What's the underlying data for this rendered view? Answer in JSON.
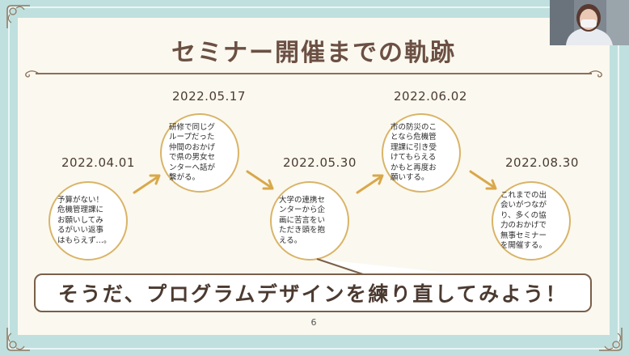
{
  "slide": {
    "title": "セミナー開催までの軌跡",
    "page_number": "6",
    "milestones": [
      {
        "date": "2022.04.01",
        "text": "予算がない！\n危機管理課に\nお願いしてみ\nるがいい返事\nはもらえず…。"
      },
      {
        "date": "2022.05.17",
        "text": "研修で同じグ\nループだった\n仲間のおかげ\nで県の男女セ\nンターへ話が\n繋がる。"
      },
      {
        "date": "2022.05.30",
        "text": "大学の連携セ\nンターから企\n画に苦言をい\nただき頭を抱\nえる。"
      },
      {
        "date": "2022.06.02",
        "text": "市の防災のこ\nとなら危機管\n理課に引き受\nけてもらえる\nかもと再度お\n願いする。"
      },
      {
        "date": "2022.08.30",
        "text": "これまでの出\n会いがつなが\nり、多くの協\n力のおかげで\n無事セミナー\nを開催する。"
      }
    ],
    "banner": "そうだ、プログラムデザインを練り直してみよう！"
  },
  "colors": {
    "frame": "#bfe0de",
    "slide_bg": "#fbf8ef",
    "title": "#6b5043",
    "node_border": "#d9b467",
    "arrow": "#d9a84a"
  },
  "icons": [
    "corner-ornament-icon",
    "arrow-right-icon",
    "webcam-participant-video"
  ]
}
